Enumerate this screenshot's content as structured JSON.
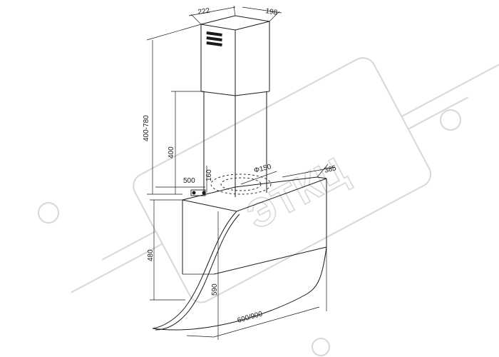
{
  "watermark": {
    "text": "ЭТКЦ"
  },
  "dimensions": {
    "chimney_width": "222",
    "chimney_depth": "198",
    "total_chimney_height": "400-780",
    "lower_chimney_height": "400",
    "mount_width": "500",
    "mount_offset": "160",
    "outlet_diameter": "Φ150",
    "depth": "385",
    "canopy_height": "480",
    "glass_height": "590",
    "width": "600/900"
  },
  "colors": {
    "lines": "#1a1a1a",
    "watermark": "#d7d7d7",
    "background": "#ffffff"
  }
}
